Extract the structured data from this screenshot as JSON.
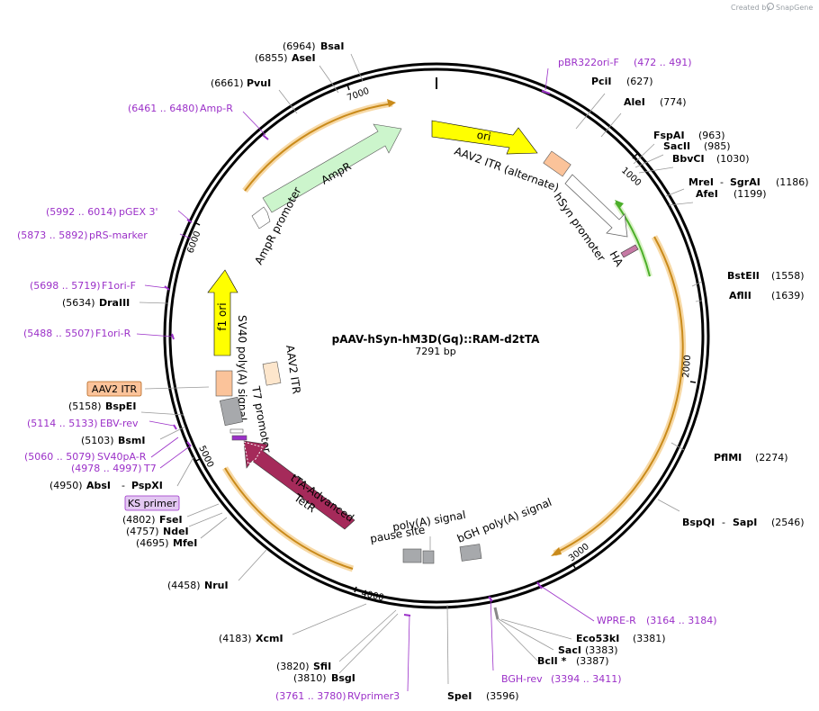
{
  "brand": {
    "created_by": "Created by",
    "app": "SnapGene"
  },
  "plasmid": {
    "name": "pAAV-hSyn-hM3D(Gq)::RAM-d2tTA",
    "length": "7291 bp"
  },
  "ticks": [
    "1000",
    "2000",
    "3000",
    "4000",
    "5000",
    "6000",
    "7000"
  ],
  "features": {
    "ori": "ori",
    "aav2_itr_alt": "AAV2 ITR (alternate)",
    "hsyn": "hSyn promoter",
    "ha": "HA",
    "f1ori": "f1 ori",
    "sv40": "SV40 poly(A) signal",
    "aav2_itr": "AAV2 ITR",
    "t7": "T7 promoter",
    "tta": "tTA-Advanced",
    "tetr": "TetR",
    "pause1": "poly(A) signal",
    "pause2": "pause site",
    "bgh": "bGH poly(A) signal",
    "ampr": "AmpR",
    "ampr_prom": "AmpR promoter"
  },
  "enzymes": {
    "bsai": {
      "pos": "(6964)",
      "name": "BsaI"
    },
    "asei": {
      "pos": "(6855)",
      "name": "AseI"
    },
    "pvui": {
      "pos": "(6661)",
      "name": "PvuI"
    },
    "pcii": {
      "name": "PciI",
      "pos": "(627)"
    },
    "alei": {
      "name": "AleI",
      "pos": "(774)"
    },
    "fspai": {
      "name": "FspAI",
      "pos": "(963)"
    },
    "sacii": {
      "name": "SacII",
      "pos": "(985)"
    },
    "bbvci": {
      "name": "BbvCI",
      "pos": "(1030)"
    },
    "mrei": {
      "name": "MreI",
      "sep": "-",
      "name2": "SgrAI",
      "pos": "(1186)"
    },
    "afei": {
      "name": "AfeI",
      "pos": "(1199)"
    },
    "bsteii": {
      "name": "BstEII",
      "pos": "(1558)"
    },
    "aflii": {
      "name": "AflII",
      "pos": "(1639)"
    },
    "pflmi": {
      "name": "PflMI",
      "pos": "(2274)"
    },
    "bspqi": {
      "name": "BspQI",
      "sep": "-",
      "name2": "SapI",
      "pos": "(2546)"
    },
    "eco53ki": {
      "name": "Eco53kI",
      "pos": "(3381)"
    },
    "saci": {
      "name": "SacI",
      "pos": "(3383)"
    },
    "bcli": {
      "name": "BclI *",
      "pos": "(3387)"
    },
    "spei": {
      "name": "SpeI",
      "pos": "(3596)"
    },
    "sfii": {
      "pos": "(3820)",
      "name": "SfiI"
    },
    "bsgi": {
      "pos": "(3810)",
      "name": "BsgI"
    },
    "xcmi": {
      "pos": "(4183)",
      "name": "XcmI"
    },
    "nrui": {
      "pos": "(4458)",
      "name": "NruI"
    },
    "msei": {
      "pos": "(4695)",
      "name": "MfeI"
    },
    "ndei": {
      "pos": "(4757)",
      "name": "NdeI"
    },
    "fsei": {
      "pos": "(4802)",
      "name": "FseI"
    },
    "absi": {
      "pos": "(4950)",
      "name": "AbsI",
      "sep": "-",
      "name2": "PspXI"
    },
    "bsmi": {
      "pos": "(5103)",
      "name": "BsmI"
    },
    "bspei": {
      "pos": "(5158)",
      "name": "BspEI"
    },
    "draiii": {
      "pos": "(5634)",
      "name": "DraIII"
    }
  },
  "primers": {
    "pbr322": {
      "name": "pBR322ori-F",
      "range": "(472 .. 491)"
    },
    "ampr": {
      "range": "(6461 .. 6480)",
      "name": "Amp-R"
    },
    "pgex": {
      "range": "(5992 .. 6014)",
      "name": "pGEX 3'"
    },
    "prs": {
      "range": "(5873 .. 5892)",
      "name": "pRS-marker"
    },
    "f1orif": {
      "range": "(5698 .. 5719)",
      "name": "F1ori-F"
    },
    "f1orir": {
      "range": "(5488 .. 5507)",
      "name": "F1ori-R"
    },
    "ebv": {
      "range": "(5114 .. 5133)",
      "name": "EBV-rev"
    },
    "sv40pa": {
      "range": "(5060 .. 5079)",
      "name": "SV40pA-R"
    },
    "t7": {
      "range": "(4978 .. 4997)",
      "name": "T7"
    },
    "wpre": {
      "name": "WPRE-R",
      "range": "(3164 .. 3184)"
    },
    "bgh": {
      "name": "BGH-rev",
      "range": "(3394 .. 3411)"
    },
    "rv3": {
      "range": "(3761 .. 3780)",
      "name": "RVprimer3"
    }
  },
  "boxed": {
    "aav2itr": "AAV2 ITR",
    "ks": "KS primer"
  },
  "colors": {
    "ori": "#ffff00",
    "orange_feat": "#f5a623",
    "green": "#4caf2a",
    "tta": "#a52a5a",
    "primer": "#9b30c8",
    "ampr": "#ccf5cc",
    "grey": "#a7a9ac"
  }
}
